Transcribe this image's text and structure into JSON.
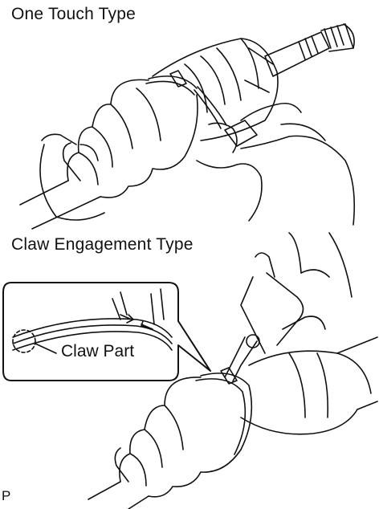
{
  "titles": {
    "one_touch": "One Touch Type",
    "claw_engagement": "Claw Engagement Type"
  },
  "callout": {
    "label": "Claw Part"
  },
  "corner_mark": "P",
  "colors": {
    "line": "#111111",
    "background": "#ffffff"
  }
}
